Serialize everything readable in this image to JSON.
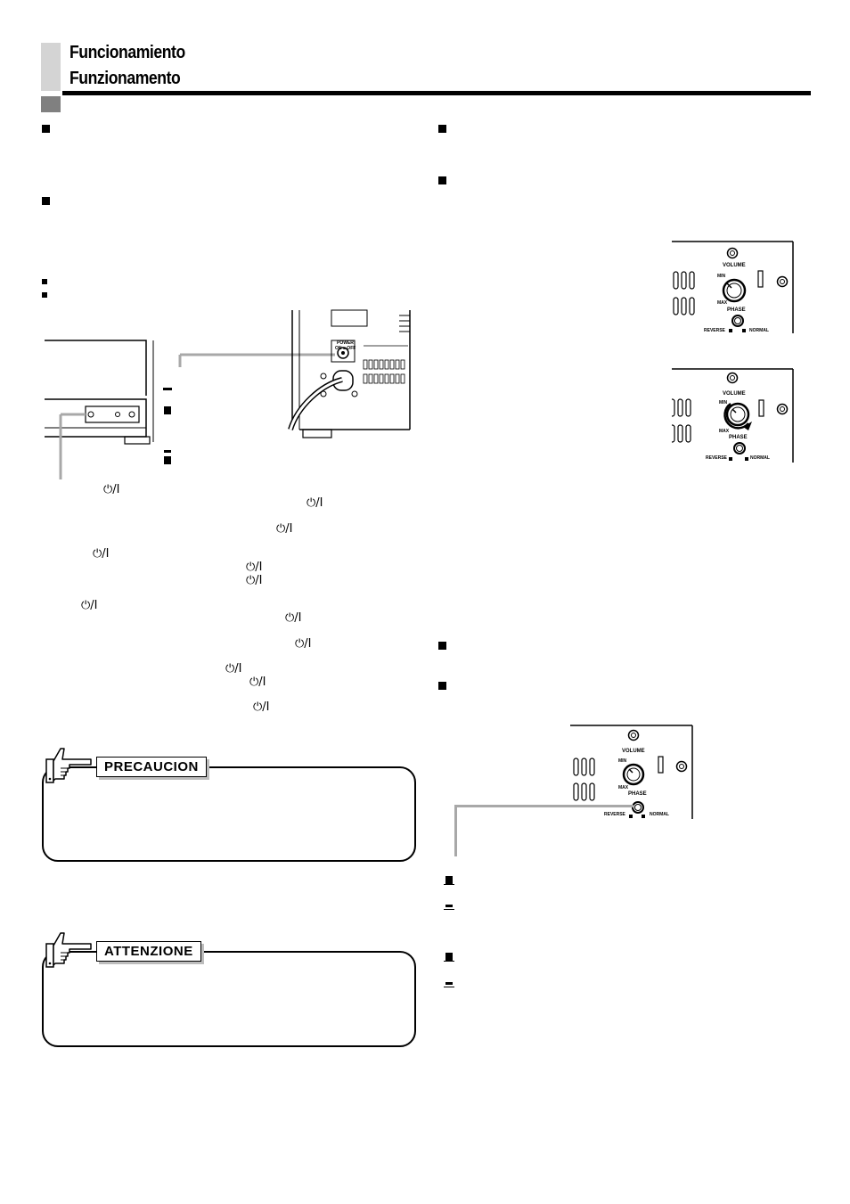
{
  "header": {
    "title_es": "Funcionamiento",
    "title_it": "Funzionamento"
  },
  "power_symbol": "power-standby-icon",
  "power_label": "⏻/I",
  "notes": [
    {
      "label": "PRECAUCION"
    },
    {
      "label": "ATTENZIONE"
    }
  ],
  "panel_labels": {
    "volume": "VOLUME",
    "min": "MIN",
    "max": "MAX",
    "phase": "PHASE",
    "reverse": "REVERSE",
    "normal": "NORMAL",
    "power": "POWER",
    "on_off": "ON ■ OFF"
  },
  "colors": {
    "rule": "#000000",
    "header_block_light": "#d4d4d4",
    "header_block_dark": "#808080",
    "callout_line": "#a8a8a8",
    "label_shadow": "#bdbdbd"
  }
}
